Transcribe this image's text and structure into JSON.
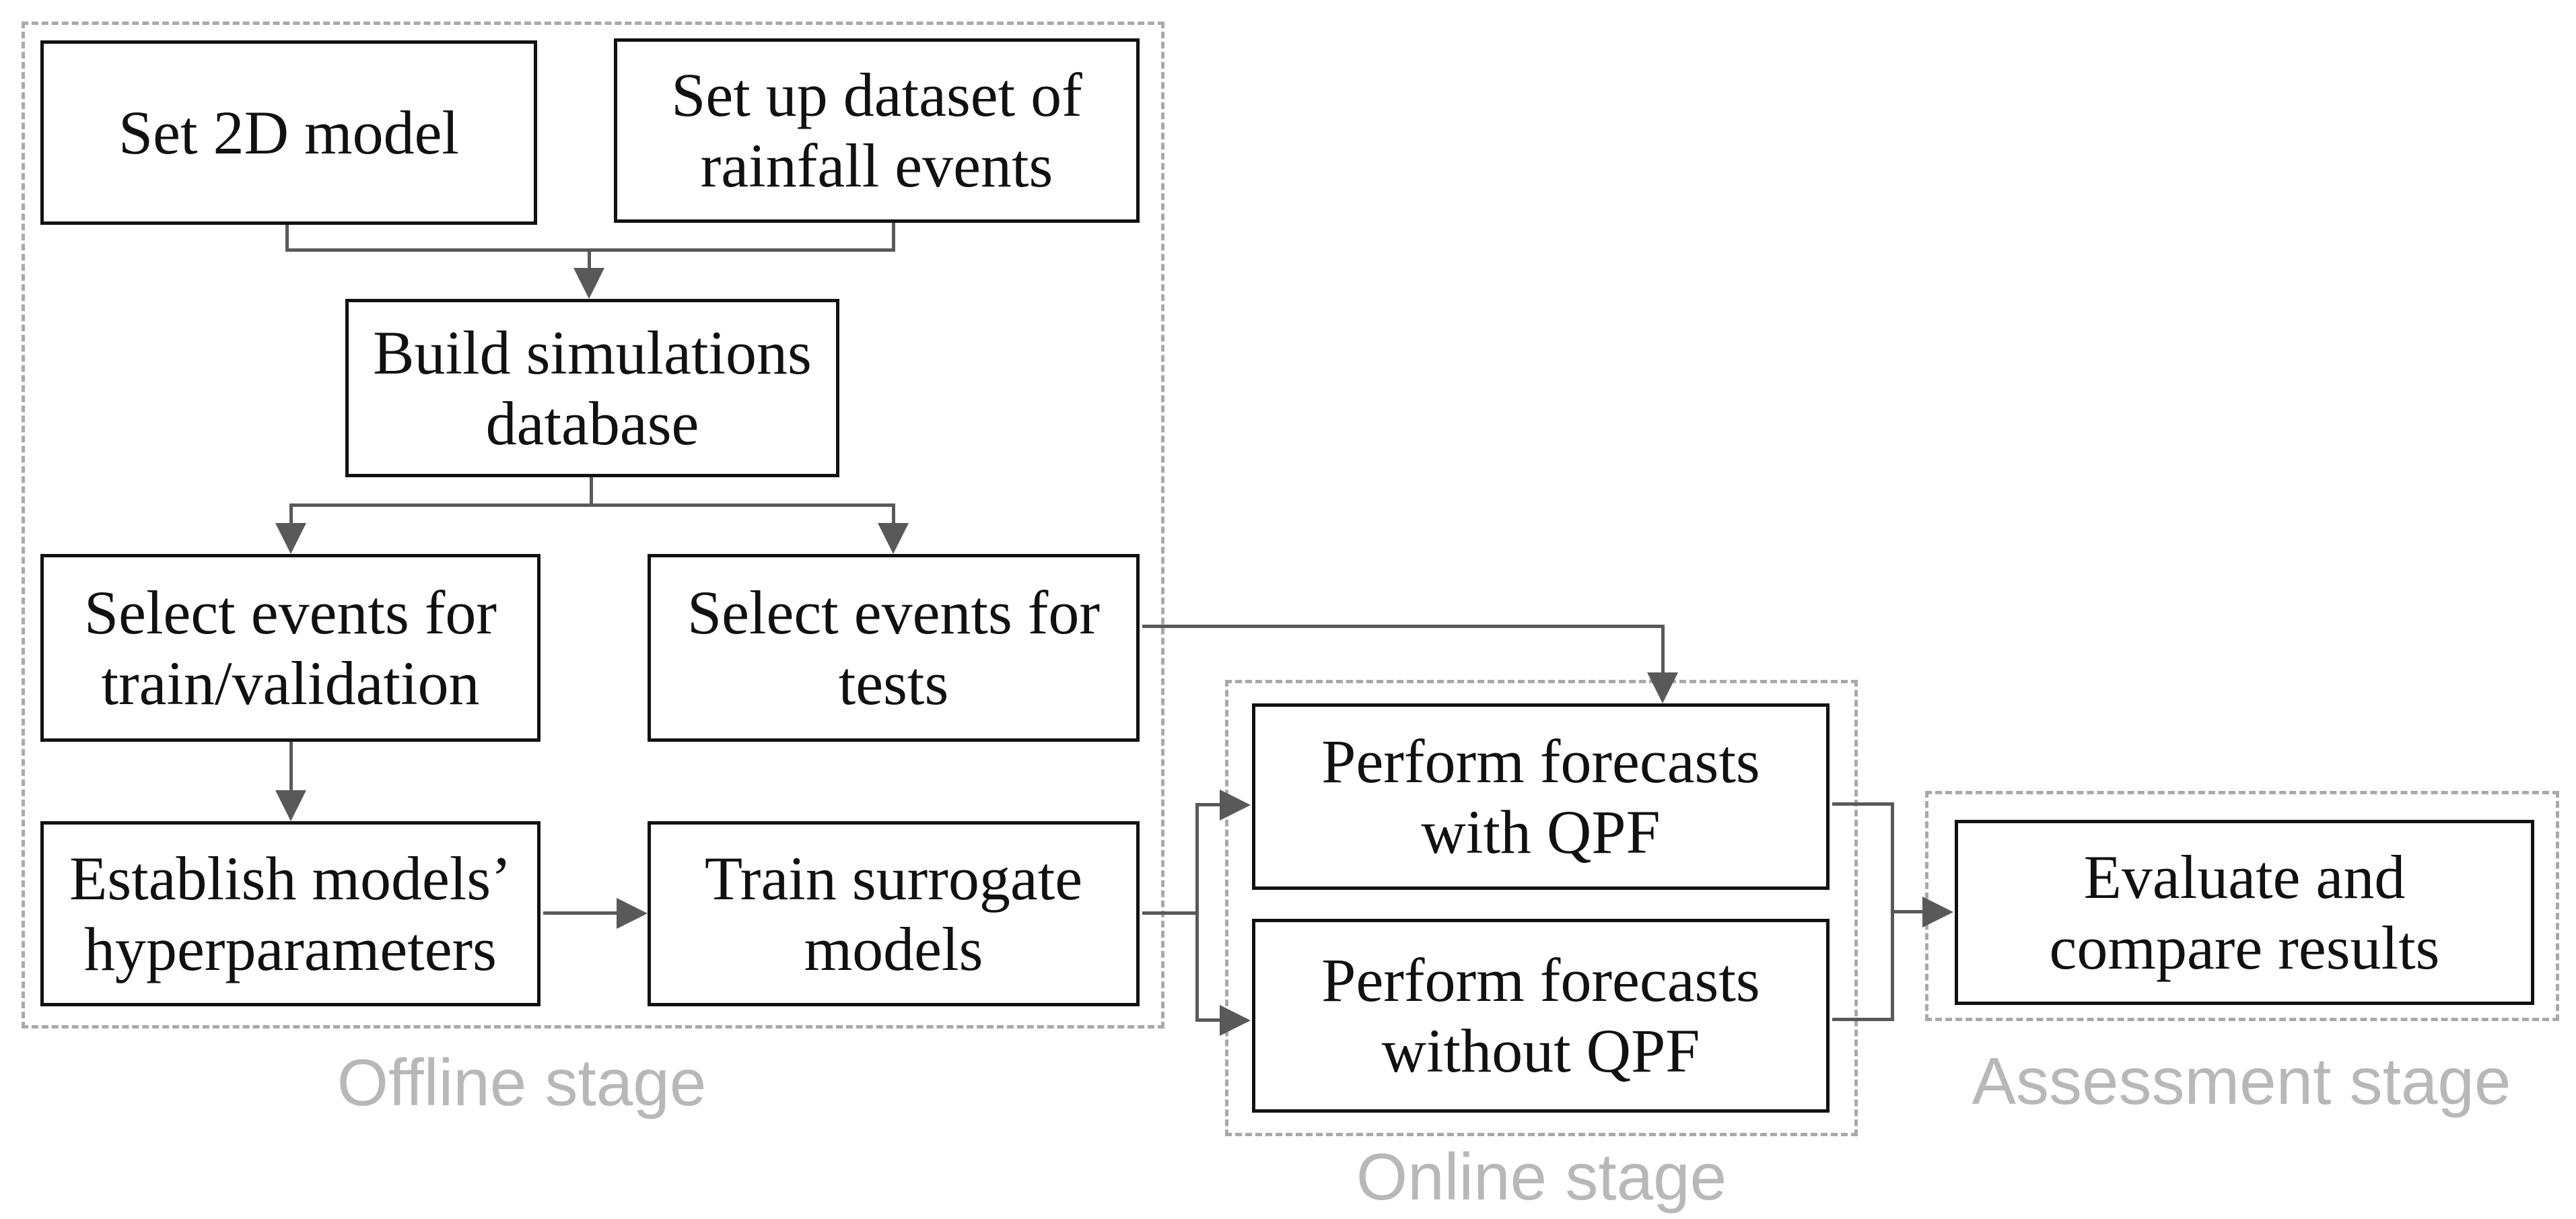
{
  "diagram": {
    "title": "Surrogate flood-forecasting workflow flowchart",
    "stages": {
      "offline": {
        "label": "Offline stage"
      },
      "online": {
        "label": "Online stage"
      },
      "assessment": {
        "label": "Assessment stage"
      }
    },
    "nodes": {
      "set_2d_model": {
        "label": "Set 2D model"
      },
      "setup_dataset": {
        "label": "Set up dataset of\nrainfall events"
      },
      "build_database": {
        "label": "Build simulations\ndatabase"
      },
      "select_train_validation": {
        "label": "Select events for\ntrain/validation"
      },
      "select_tests": {
        "label": "Select events for\ntests"
      },
      "establish_hyperparameters": {
        "label": "Establish models’\nhyperparameters"
      },
      "train_surrogate": {
        "label": "Train surrogate\nmodels"
      },
      "forecast_with_qpf": {
        "label": "Perform forecasts\nwith QPF"
      },
      "forecast_without_qpf": {
        "label": "Perform forecasts\nwithout QPF"
      },
      "evaluate_compare": {
        "label": "Evaluate and\ncompare results"
      }
    },
    "colors": {
      "box_border": "#111111",
      "box_fill": "#ffffff",
      "connector": "#595959",
      "dashed_border": "#a9a9a9",
      "stage_label_text": "#b8b8b8",
      "background": "#ffffff"
    }
  }
}
